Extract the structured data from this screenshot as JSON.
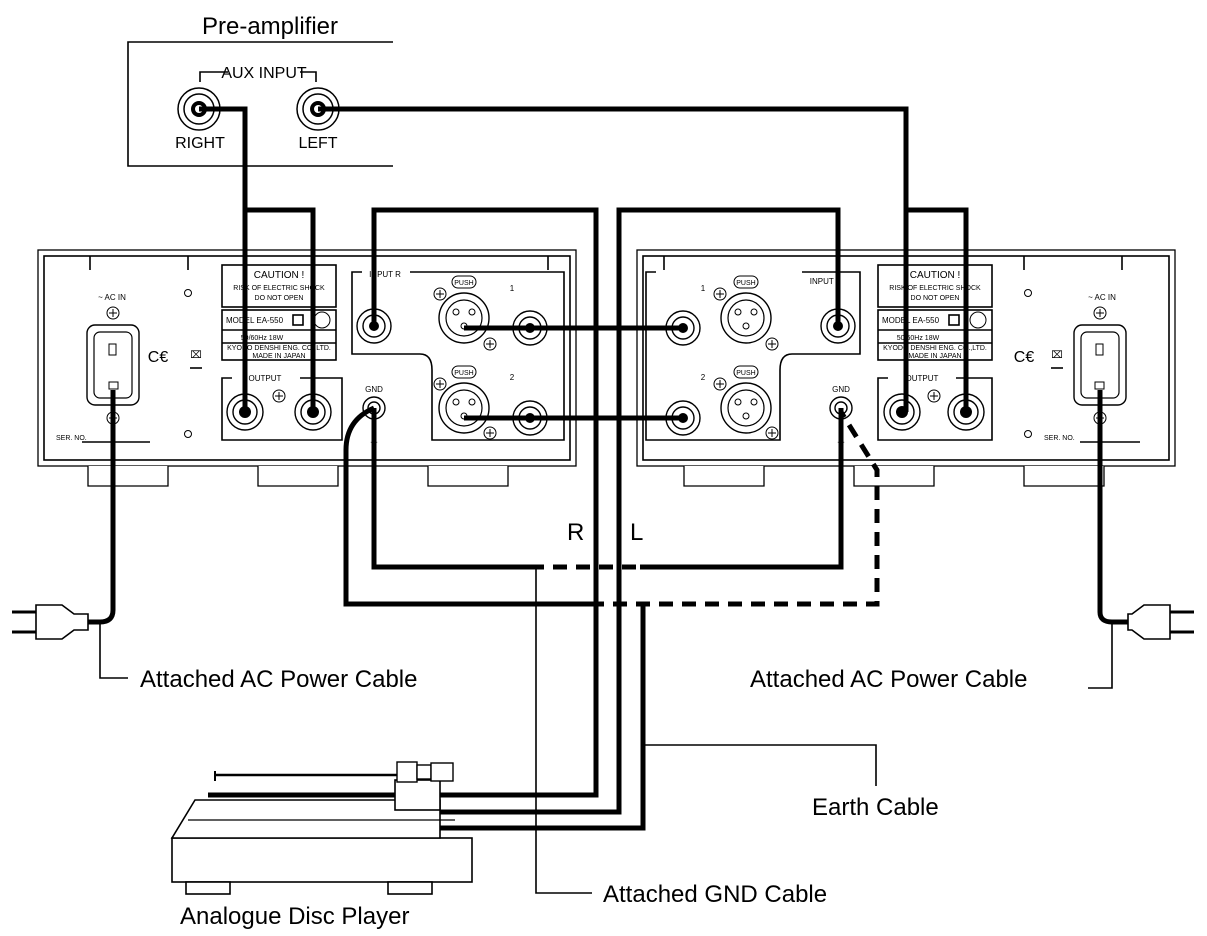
{
  "preamp": {
    "title": "Pre-amplifier",
    "aux_input": "AUX INPUT",
    "right": "RIGHT",
    "left": "LEFT"
  },
  "amp_right": {
    "ac_in": "~ AC IN",
    "caution_title": "CAUTION !",
    "caution_line1": "RISK OF ELECTRIC SHOCK",
    "caution_line2": "DO NOT OPEN",
    "model": "MODEL  EA-550",
    "power": "50/60Hz  18W",
    "maker1": "KYODO DENSHI ENG. CO.,LTD.",
    "maker2": "MADE IN JAPAN",
    "output": "OUTPUT",
    "input": "INPUT R",
    "push": "PUSH",
    "in1": "1",
    "in2": "2",
    "gnd": "GND",
    "ser": "SER. NO."
  },
  "amp_left": {
    "ac_in": "~ AC IN",
    "caution_title": "CAUTION !",
    "caution_line1": "RISK OF ELECTRIC SHOCK",
    "caution_line2": "DO NOT OPEN",
    "model": "MODEL  EA-550",
    "power": "50/60Hz  18W",
    "maker1": "KYODO DENSHI ENG. CO.,LTD.",
    "maker2": "MADE IN JAPAN",
    "output": "OUTPUT",
    "input": "INPUT L",
    "push": "PUSH",
    "in1": "1",
    "in2": "2",
    "gnd": "GND",
    "ser": "SER. NO."
  },
  "channel_r": "R",
  "channel_l": "L",
  "labels": {
    "ac_cable_left": "Attached AC Power Cable",
    "ac_cable_right": "Attached AC Power Cable",
    "earth_cable": "Earth Cable",
    "gnd_cable": "Attached GND Cable",
    "disc_player": "Analogue Disc Player"
  }
}
